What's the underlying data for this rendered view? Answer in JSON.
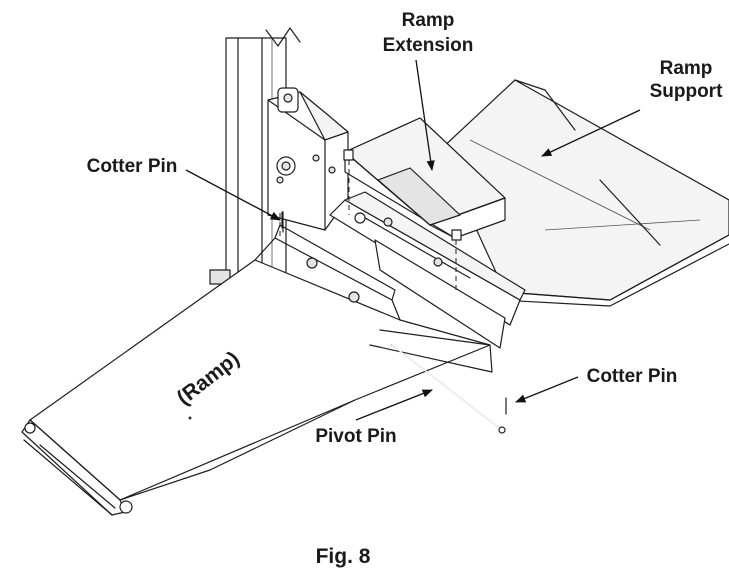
{
  "labels": {
    "ramp_extension_line1": "Ramp",
    "ramp_extension_line2": "Extension",
    "ramp_support_line1": "Ramp",
    "ramp_support_line2": "Support",
    "cotter_pin_left": "Cotter Pin",
    "cotter_pin_right": "Cotter Pin",
    "ramp": "(Ramp)",
    "pivot_pin": "Pivot Pin"
  },
  "caption": "Fig. 8"
}
